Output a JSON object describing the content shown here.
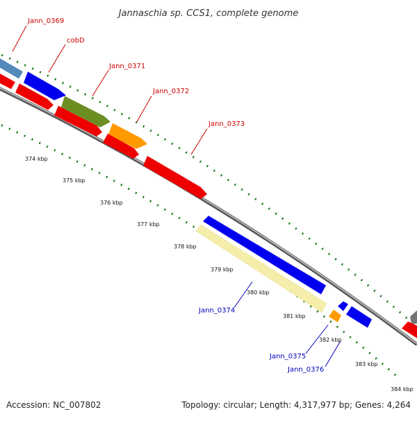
{
  "title": "Jannaschia sp. CCS1, complete genome",
  "footer": {
    "accession": "Accession: NC_007802",
    "summary": "Topology: circular; Length: 4,317,977 bp; Genes: 4,264"
  },
  "colors": {
    "forward_label": "#cc0000",
    "reverse_label": "#0000bb",
    "backbone": "#8a8a8a",
    "tick_marks": "#1a7a1a",
    "cds_red": "#ee0000",
    "cds_blue": "#0000ee",
    "cds_steelblue": "#5588bb",
    "cds_olive": "#6b8e23",
    "cds_orange": "#ff9900",
    "cds_pale_yellow": "#f5eeaa",
    "cds_gray": "#777777"
  },
  "gene_labels": [
    {
      "id": "jann-0369",
      "text": "Jann_0369",
      "strand": "forward"
    },
    {
      "id": "cobd",
      "text": "cobD",
      "strand": "forward"
    },
    {
      "id": "jann-0371",
      "text": "Jann_0371",
      "strand": "forward"
    },
    {
      "id": "jann-0372",
      "text": "Jann_0372",
      "strand": "forward"
    },
    {
      "id": "jann-0373",
      "text": "Jann_0373",
      "strand": "forward"
    },
    {
      "id": "jann-0374",
      "text": "Jann_0374",
      "strand": "reverse"
    },
    {
      "id": "jann-0375",
      "text": "Jann_0375",
      "strand": "reverse"
    },
    {
      "id": "jann-0376",
      "text": "Jann_0376",
      "strand": "reverse"
    }
  ],
  "kbp_ticks": [
    "374 kbp",
    "375 kbp",
    "376 kbp",
    "377 kbp",
    "378 kbp",
    "379 kbp",
    "380 kbp",
    "381 kbp",
    "382 kbp",
    "383 kbp",
    "384 kbp"
  ]
}
